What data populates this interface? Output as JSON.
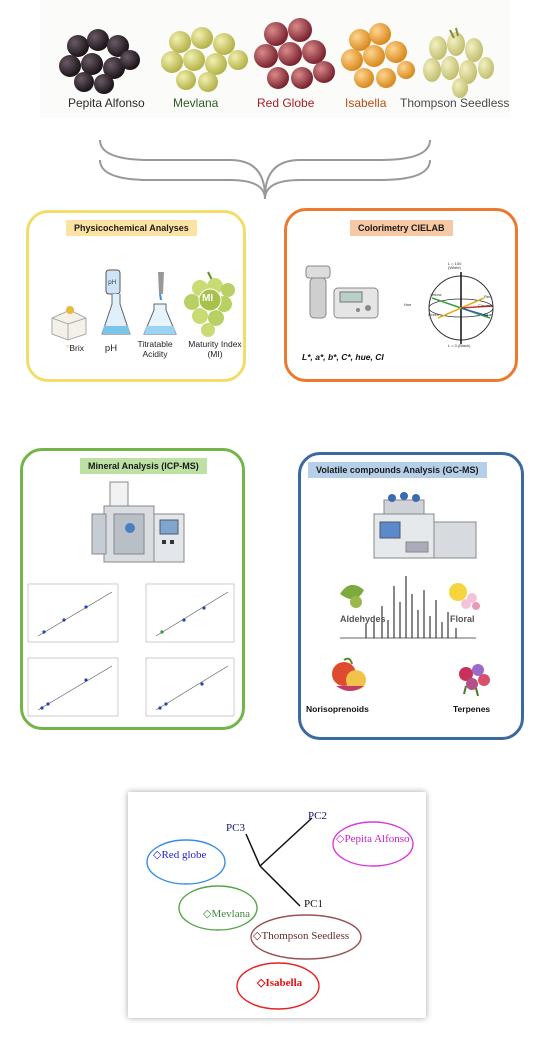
{
  "grapes": [
    {
      "label": "Pepita Alfonso",
      "color": "#2e2a2c"
    },
    {
      "label": "Mevlana",
      "color": "#2e5a1e"
    },
    {
      "label": "Red Globe",
      "color": "#a51d24"
    },
    {
      "label": "Isabella",
      "color": "#b54d12"
    },
    {
      "label": "Thompson Seedless",
      "color": "#4a4a4a"
    }
  ],
  "physchem": {
    "title": "Physicochemical Analyses",
    "items": [
      "Brix",
      "pH",
      "Titratable Acidity",
      "Maturity Index (MI)"
    ],
    "badge": "MI"
  },
  "color": {
    "title": "Colorimetry CIELAB",
    "params": "L*, a*, b*, C*, hue, CI",
    "sphere_top": "L = 100 (White)",
    "sphere_bottom": "L = 0 (Black)",
    "sphere_labels": [
      "Yellow",
      "Red",
      "Chroma",
      "Green",
      "Blue",
      "Hue"
    ]
  },
  "mineral": {
    "title": "Mineral Analysis (ICP-MS)"
  },
  "volatile": {
    "title": "Volatile compounds Analysis (GC-MS)",
    "groups": [
      "Aldehydes",
      "Floral",
      "Norisoprenoids",
      "Terpenes"
    ]
  },
  "pca": {
    "axes": [
      "PC3",
      "PC2",
      "PC1"
    ],
    "groups": [
      {
        "label": "Red globe",
        "color": "#1d1dcf",
        "ring": "#3a8ee0"
      },
      {
        "label": "Pepita Alfonso",
        "color": "#c81ec8",
        "ring": "#d93bd9"
      },
      {
        "label": "Mevlana",
        "color": "#3a8a3a",
        "ring": "#5aa54a"
      },
      {
        "label": "Thompson Seedless",
        "color": "#6b2a2a",
        "ring": "#9a5252"
      },
      {
        "label": "Isabella",
        "color": "#e01010",
        "ring": "#e82020"
      }
    ]
  }
}
